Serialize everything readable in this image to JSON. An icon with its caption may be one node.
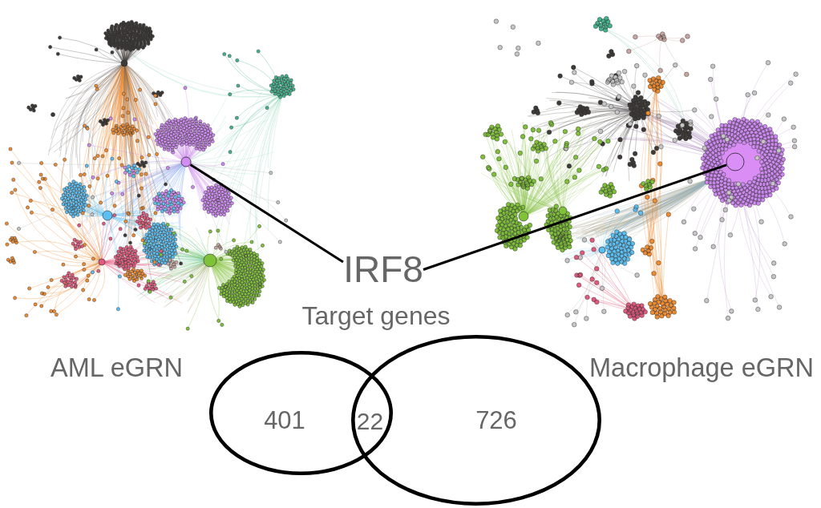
{
  "diagram": {
    "nodes": [
      {
        "text": [],
        "shape": "picture"
      },
      {
        "text": [],
        "shape": "circle",
        "in": 0
      },
      {
        "text": [],
        "shape": "picture"
      },
      {
        "text": [],
        "shape": "circle",
        "in": 2
      },
      {
        "text": [
          "IRF8"
        ]
      },
      {
        "text": [
          "401"
        ]
      },
      {
        "text": [
          "726"
        ]
      }
    ],
    "edges": [
      {
        "from": 4,
        "to": 1,
        "arrow": "none"
      },
      {
        "from": 4,
        "to": 3,
        "arrow": "none"
      }
    ],
    "labels": [
      "Target genes",
      "AML eGRN",
      "Macrophage eGRN",
      "22"
    ]
  }
}
